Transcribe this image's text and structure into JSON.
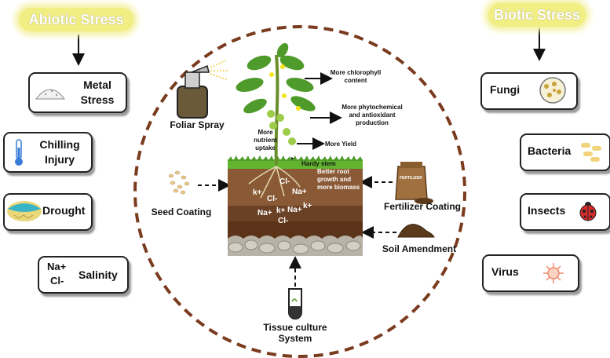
{
  "abiotic": {
    "title": "Abiotic Stress",
    "items": [
      {
        "label": "Metal Stress",
        "icon": "powder-pile-icon"
      },
      {
        "label": "Chilling Injury",
        "icon": "thermometer-icon"
      },
      {
        "label": "Drought",
        "icon": "dry-land-icon"
      },
      {
        "label": "Salinity",
        "icon_text_1": "Na+",
        "icon_text_2": "Cl-"
      }
    ]
  },
  "biotic": {
    "title": "Biotic Stress",
    "items": [
      {
        "label": "Fungi",
        "icon": "petri-dish-icon"
      },
      {
        "label": "Bacteria",
        "icon": "bacteria-icon"
      },
      {
        "label": "Insects",
        "icon": "ladybug-icon"
      },
      {
        "label": "Virus",
        "icon": "virus-icon"
      }
    ]
  },
  "center": {
    "methods": {
      "foliar_spray": "Foliar Spray",
      "seed_coating": "Seed Coating",
      "fertilizer_coating": "Fertilizer Coating",
      "soil_amendment": "Soil Amendment",
      "tissue_culture": "Tissue culture System"
    },
    "effects": {
      "chlorophyll": "More chlorophyll content",
      "phytochemical": "More phytochemical and antioxidant production",
      "yield": "More Yield",
      "nutrient": "More nutrient uptake",
      "stem": "Hardy stem",
      "root": "Better root growth and more biomass"
    },
    "soil_ions": [
      "k+",
      "Cl-",
      "Na+",
      "Cl-",
      "Na+",
      "k+",
      "Na+",
      "k+",
      "Cl-"
    ],
    "fertilizer_bag_text": "FERTILIZER"
  },
  "colors": {
    "dashed_circle": "#7a3b1e",
    "pill_bg": "#f1ee83",
    "leaf": "#4e9a2a",
    "soil_top": "#8a5a36",
    "soil_bottom": "#5a3318"
  }
}
